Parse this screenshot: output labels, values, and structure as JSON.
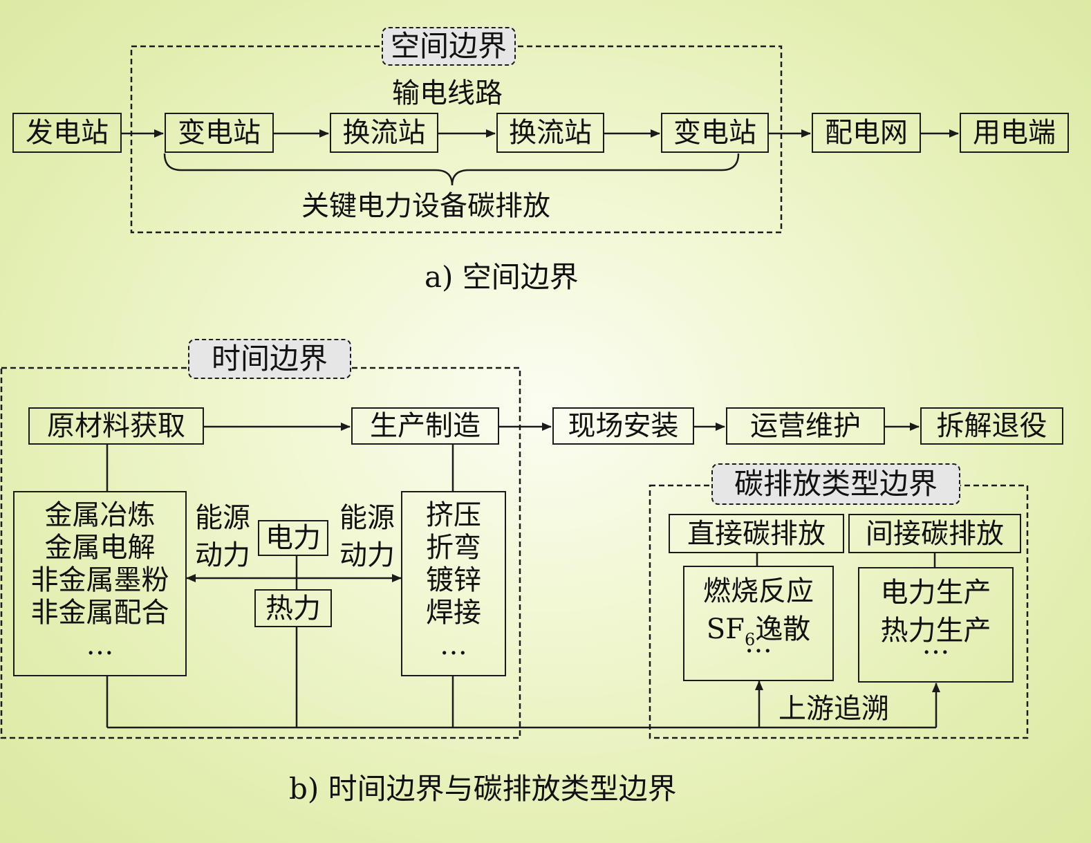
{
  "spatial": {
    "tag": "空间边界",
    "transmission_label": "输电线路",
    "key_equipment_label": "关键电力设备碳排放",
    "nodes": [
      "发电站",
      "变电站",
      "换流站",
      "换流站",
      "变电站",
      "配电网",
      "用电端"
    ],
    "caption": "a) 空间边界"
  },
  "temporal": {
    "tag": "时间边界",
    "raw_material": "原材料获取",
    "manufacturing": "生产制造",
    "installation": "现场安装",
    "operation": "运营维护",
    "decommission": "拆解退役",
    "raw_processes": [
      "金属冶炼",
      "金属电解",
      "非金属墨粉",
      "非金属配合",
      "…"
    ],
    "manu_processes": [
      "挤压",
      "折弯",
      "镀锌",
      "焊接",
      "…"
    ],
    "energy_label_left": [
      "能源",
      "动力"
    ],
    "energy_label_right": [
      "能源",
      "动力"
    ],
    "electricity": "电力",
    "heat": "热力"
  },
  "emission_type": {
    "tag": "碳排放类型边界",
    "direct": "直接碳排放",
    "indirect": "间接碳排放",
    "direct_items": [
      "燃烧反应",
      "SF",
      "6",
      "逸散",
      "…"
    ],
    "indirect_items": [
      "电力生产",
      "热力生产",
      "…"
    ],
    "upstream_label": "上游追溯"
  },
  "caption_b": "b) 时间边界与碳排放类型边界"
}
